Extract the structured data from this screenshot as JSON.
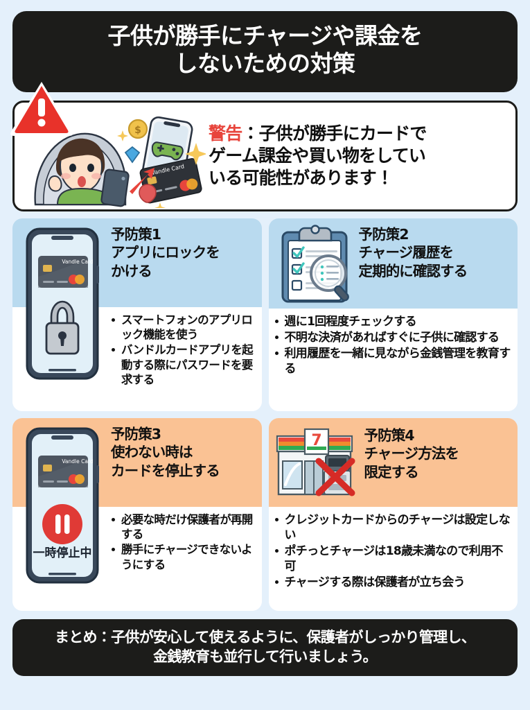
{
  "colors": {
    "page_background": "#e4f0fb",
    "title_background": "#1c1c1a",
    "title_text": "#ffffff",
    "band_blue": "#b9daef",
    "band_orange": "#fac294",
    "warning_accent": "#e8453c",
    "body_text": "#101010",
    "card_background": "#ffffff"
  },
  "title": {
    "line1": "子供が勝手にチャージや課金を",
    "line2": "しないための対策"
  },
  "warning": {
    "icon": "warning-triangle-icon",
    "keyword": "警告",
    "separator": "：",
    "line1_rest": "子供が勝手にカードで",
    "line2": "ゲーム課金や買い物をしてい",
    "line3": "いる可能性があります！",
    "illustration": {
      "name": "child-under-blanket-with-phone-illustration",
      "card_label": "Vandle Card",
      "floating_icons": [
        "coin-icon",
        "gem-icon",
        "gamepad-icon",
        "credit-card-icon",
        "red-arrow-icon",
        "sparkle-icon"
      ]
    }
  },
  "cards": [
    {
      "id": "card-1",
      "band": "blue",
      "illustration": "phone-with-lock-illustration",
      "card_label": "Vandle Card",
      "title_lines": [
        "予防策1",
        "アプリにロックを",
        "かける"
      ],
      "bullets": [
        "スマートフォンのアプリロック機能を使う",
        "バンドルカードアプリを起動する際にパスワードを要求する"
      ]
    },
    {
      "id": "card-2",
      "band": "blue",
      "illustration": "clipboard-checklist-magnifier-illustration",
      "title_lines": [
        "予防策2",
        "チャージ履歴を",
        "定期的に確認する"
      ],
      "bullets": [
        "週に1回程度チェックする",
        "不明な決済があればすぐに子供に確認する",
        "利用履歴を一緒に見ながら金銭管理を教育する"
      ]
    },
    {
      "id": "card-3",
      "band": "orange",
      "illustration": "phone-paused-illustration",
      "card_label": "Vandle Card",
      "phone_status": "一時停止中",
      "title_lines": [
        "予防策3",
        "使わない時は",
        "カードを停止する"
      ],
      "bullets": [
        "必要な時だけ保護者が再開する",
        "勝手にチャージできないようにする"
      ]
    },
    {
      "id": "card-4",
      "band": "orange",
      "illustration": "convenience-store-atm-blocked-illustration",
      "title_lines": [
        "予防策4",
        "チャージ方法を",
        "限定する"
      ],
      "bullets": [
        "クレジットカードからのチャージは設定しない",
        "ポチっとチャージは18歳未満なので利用不可",
        "チャージする際は保護者が立ち会う"
      ]
    }
  ],
  "footer": {
    "line1": "まとめ：子供が安心して使えるように、保護者がしっかり管理し、",
    "line2": "金銭教育も並行して行いましょう。"
  }
}
